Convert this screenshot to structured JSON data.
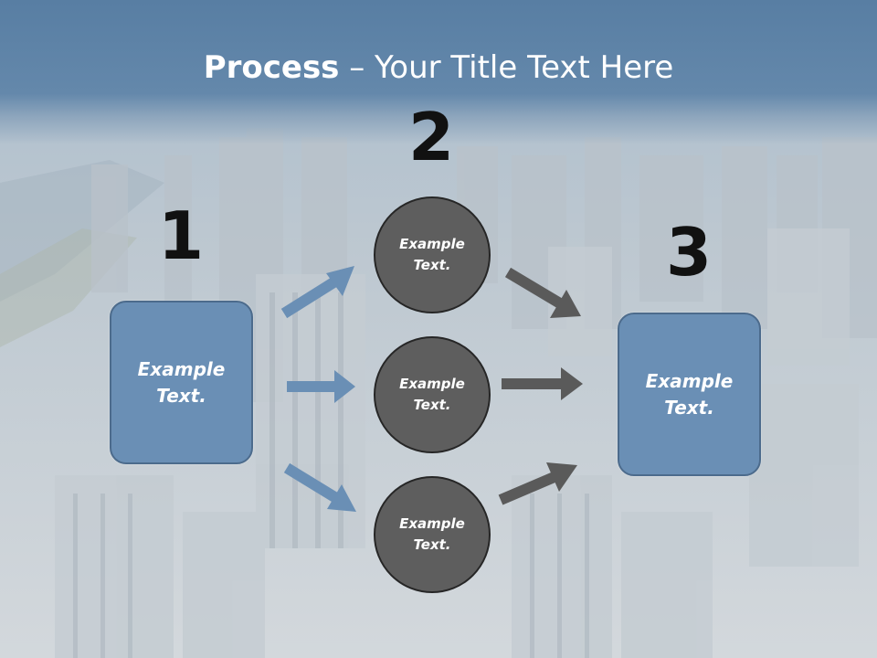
{
  "slide": {
    "title_bold": "Process",
    "title_rest": " – Your Title Text Here",
    "colors": {
      "header": "#5f84a8",
      "box_fill": "#6a8fb5",
      "circle_fill": "#5e5e5e",
      "blue_arrow": "#6a8fb5",
      "gray_arrow": "#5a5a5a"
    }
  },
  "steps": [
    {
      "number": "1",
      "label": "Example\nText."
    },
    {
      "number": "2",
      "labels": [
        "Example\nText.",
        "Example\nText.",
        "Example\nText."
      ]
    },
    {
      "number": "3",
      "label": "Example\nText."
    }
  ]
}
